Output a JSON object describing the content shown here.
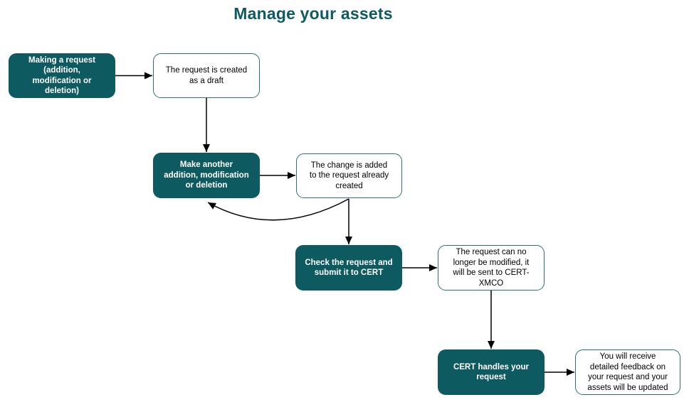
{
  "page": {
    "title": "Manage your assets"
  },
  "colors": {
    "node_fill": "#0e5a61",
    "node_text": "#ffffff",
    "outline_border": "#2e6e74",
    "outline_text": "#000000",
    "title_text": "#0e5a61",
    "arrow": "#000000",
    "background": "#ffffff"
  },
  "nodes": {
    "making_request": {
      "label": "Making a request\n(addition,\nmodification or\ndeletion)",
      "style": "filled"
    },
    "draft_created": {
      "label": "The request is created\nas a draft",
      "style": "outlined"
    },
    "make_another": {
      "label": "Make another\naddition, modification\nor deletion",
      "style": "filled"
    },
    "change_added": {
      "label": "The change is added\nto the request already\ncreated",
      "style": "outlined"
    },
    "check_submit": {
      "label": "Check the request and\nsubmit it to CERT",
      "style": "filled"
    },
    "no_longer_modified": {
      "label": "The request can no\nlonger be modified, it\nwill be sent to CERT-\nXMCO",
      "style": "outlined"
    },
    "cert_handles": {
      "label": "CERT handles your\nrequest",
      "style": "filled"
    },
    "feedback": {
      "label": "You will receive\ndetailed feedback on\nyour request and your\nassets will be updated",
      "style": "outlined"
    }
  },
  "edges": [
    {
      "from": "making_request",
      "to": "draft_created"
    },
    {
      "from": "draft_created",
      "to": "make_another"
    },
    {
      "from": "make_another",
      "to": "change_added"
    },
    {
      "from": "change_added",
      "to": "make_another",
      "shape": "curved-loop-back"
    },
    {
      "from": "change_added",
      "to": "check_submit"
    },
    {
      "from": "check_submit",
      "to": "no_longer_modified"
    },
    {
      "from": "no_longer_modified",
      "to": "cert_handles"
    },
    {
      "from": "cert_handles",
      "to": "feedback"
    }
  ]
}
